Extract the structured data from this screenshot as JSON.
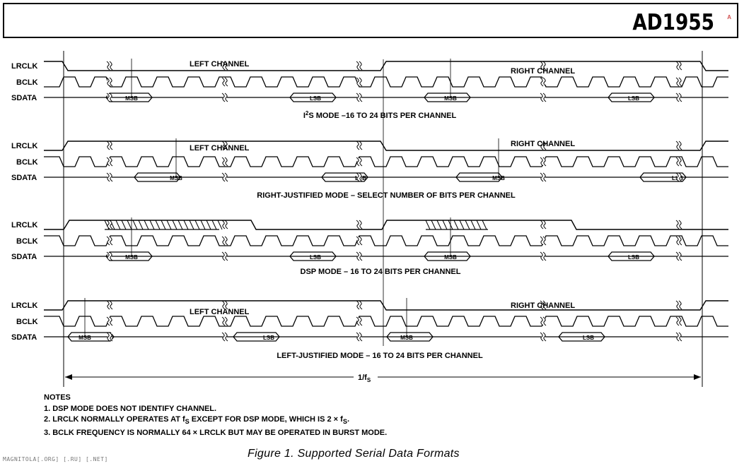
{
  "header": {
    "title": "AD1955",
    "logo_text": "A"
  },
  "signals": {
    "lrclk": "LRCLK",
    "bclk": "BCLK",
    "sdata": "SDATA"
  },
  "channels": {
    "left": "LEFT CHANNEL",
    "right": "RIGHT CHANNEL"
  },
  "bits": {
    "msb": "MSB",
    "lsb": "LSB"
  },
  "modes": {
    "i2s": {
      "prefix": "I",
      "sup": "2",
      "rest": "S MODE –16 TO 24 BITS PER CHANNEL"
    },
    "rj": "RIGHT-JUSTIFIED MODE – SELECT NUMBER OF BITS PER CHANNEL",
    "dsp": "DSP MODE – 16 TO 24 BITS PER CHANNEL",
    "lj": "LEFT-JUSTIFIED MODE – 16 TO 24 BITS PER CHANNEL"
  },
  "period": {
    "main": "1/f",
    "sub": "S"
  },
  "notes": {
    "title": "NOTES",
    "n1": "1. DSP MODE DOES NOT IDENTIFY CHANNEL.",
    "n2_a": "2. LRCLK NORMALLY OPERATES AT f",
    "n2_sub1": "S",
    "n2_b": " EXCEPT FOR DSP MODE, WHICH IS 2 × f",
    "n2_sub2": "S",
    "n2_c": ".",
    "n3": "3. BCLK FREQUENCY IS NORMALLY 64 × LRCLK BUT MAY BE OPERATED IN BURST MODE."
  },
  "figure_caption": "Figure 1.  Supported Serial Data Formats",
  "watermark": "MAGNITOLA[.ORG] [.RU] [.NET]"
}
